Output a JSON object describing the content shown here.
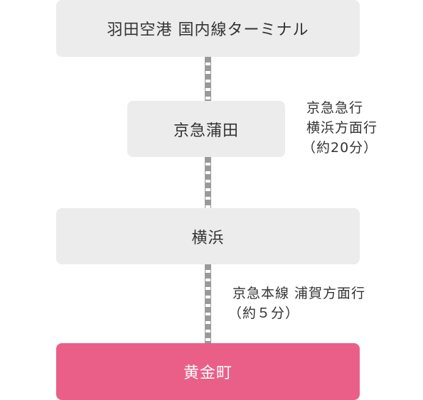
{
  "stations": [
    {
      "id": "haneda",
      "label": "羽田空港 国内線ターミナル"
    },
    {
      "id": "keikyu-kamata",
      "label": "京急蒲田"
    },
    {
      "id": "yokohama",
      "label": "横浜"
    },
    {
      "id": "koganecho",
      "label": "黄金町"
    }
  ],
  "routes": [
    {
      "line": "京急急行",
      "direction": "横浜方面行",
      "duration": "（約20分）"
    },
    {
      "line": "京急本線 浦賀方面行",
      "duration": "（約５分）"
    }
  ],
  "colors": {
    "station_bg": "#ececec",
    "destination_bg": "#ea5f88",
    "connector": "#999999",
    "text": "#333333"
  }
}
